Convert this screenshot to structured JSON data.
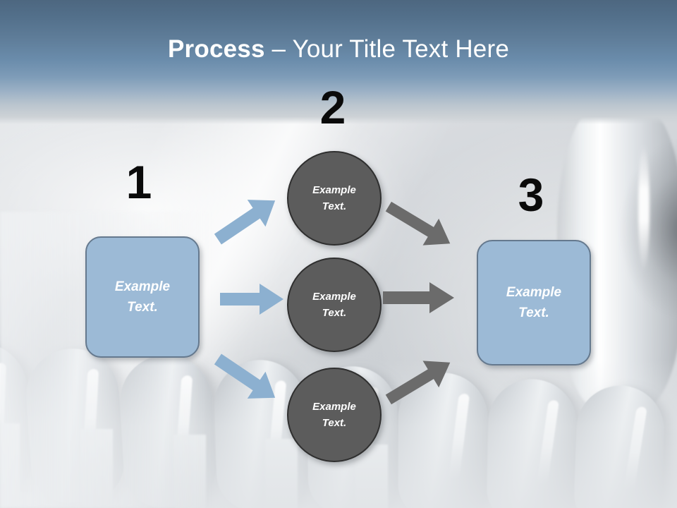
{
  "slide": {
    "title_strong": "Process",
    "title_rest": " – Your Title Text Here",
    "background": "blurred spiral coil binding photograph",
    "colors": {
      "header_top": "#4d6780",
      "header_bottom": "#cdd2d6",
      "blue_shape_fill": "#9cbad6",
      "blue_shape_border": "#65798e",
      "blue_arrow": "#8cb0d0",
      "circle_fill": "#5c5c5c",
      "circle_border": "#2f2f2f",
      "gray_arrow": "#6b6b6b",
      "number_color": "#0a0a0a",
      "shape_text_color": "#ffffff"
    }
  },
  "steps": [
    {
      "number": "1",
      "label": "step-1"
    },
    {
      "number": "2",
      "label": "step-2"
    },
    {
      "number": "3",
      "label": "step-3"
    }
  ],
  "shapes": {
    "input_box": {
      "line1": "Example",
      "line2": "Text."
    },
    "output_box": {
      "line1": "Example",
      "line2": "Text."
    },
    "circles": [
      {
        "line1": "Example",
        "line2": "Text."
      },
      {
        "line1": "Example",
        "line2": "Text."
      },
      {
        "line1": "Example",
        "line2": "Text."
      }
    ]
  },
  "connectors": [
    {
      "name": "arrow-blue-up",
      "color": "#8cb0d0",
      "direction": "up-right"
    },
    {
      "name": "arrow-blue-mid",
      "color": "#8cb0d0",
      "direction": "right"
    },
    {
      "name": "arrow-blue-down",
      "color": "#8cb0d0",
      "direction": "down-right"
    },
    {
      "name": "arrow-gray-up",
      "color": "#6b6b6b",
      "direction": "down-right"
    },
    {
      "name": "arrow-gray-mid",
      "color": "#6b6b6b",
      "direction": "right"
    },
    {
      "name": "arrow-gray-down",
      "color": "#6b6b6b",
      "direction": "up-right"
    }
  ]
}
